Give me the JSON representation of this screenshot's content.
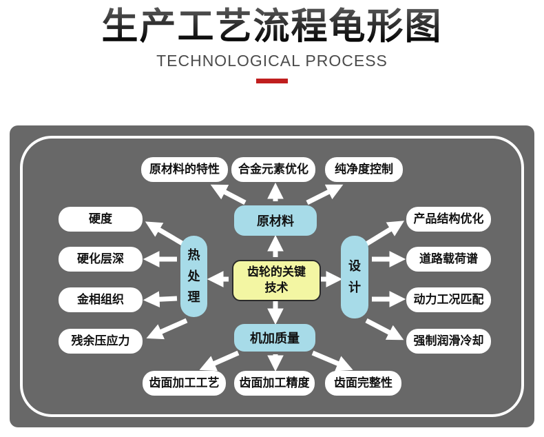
{
  "header": {
    "title": "生产工艺流程龟形图",
    "subtitle": "TECHNOLOGICAL PROCESS"
  },
  "colors": {
    "accent_red": "#c01e1e",
    "panel_bg": "#686868",
    "panel_border": "#ffffff",
    "node_blue": "#a7dbe8",
    "center_yellow": "#f3f6a3",
    "factor_white": "#ffffff",
    "arrow_white": "#ffffff",
    "title_dark": "#141414"
  },
  "diagram": {
    "center": {
      "line1": "齿轮的关键",
      "line2": "技术"
    },
    "nodes": {
      "raw_material": "原材料",
      "heat_treatment": "热处理",
      "design": "设计",
      "machining_quality": "机加质量"
    },
    "factors": {
      "top": [
        "原材料的特性",
        "合金元素优化",
        "纯净度控制"
      ],
      "left": [
        "硬度",
        "硬化层深",
        "金相组织",
        "残余压应力"
      ],
      "right": [
        "产品结构优化",
        "道路载荷谱",
        "动力工况匹配",
        "强制润滑冷却"
      ],
      "bottom": [
        "齿面加工工艺",
        "齿面加工精度",
        "齿面完整性"
      ]
    }
  }
}
